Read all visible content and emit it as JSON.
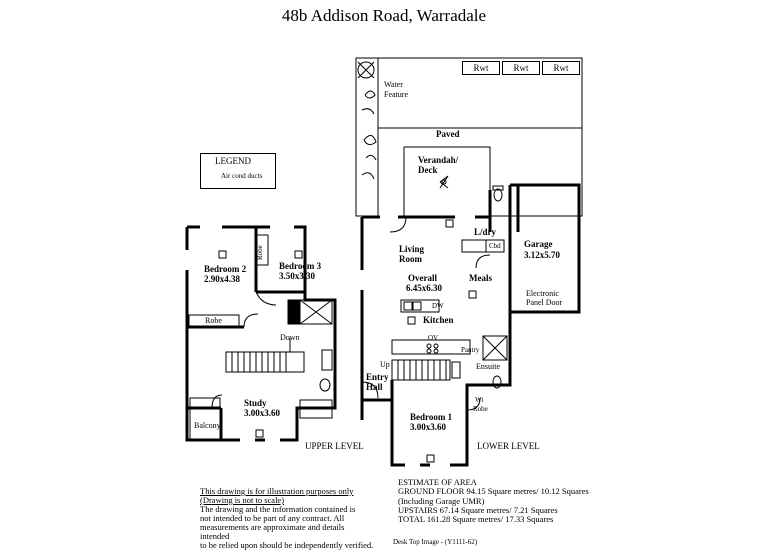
{
  "title": "48b  Addison Road, Warradale",
  "legend": {
    "heading": "LEGEND",
    "item_label": "Air cond ducts"
  },
  "rwt_labels": [
    "Rwt",
    "Rwt",
    "Rwt"
  ],
  "upper": {
    "level_label": "UPPER LEVEL",
    "bedroom2": {
      "name": "Bedroom 2",
      "dims": "2.90x4.38"
    },
    "bedroom3": {
      "name": "Bedroom 3",
      "dims": "3.50x3.30"
    },
    "robe_vertical": "Robe",
    "robe_horizontal": "Robe",
    "down": "Down",
    "study": {
      "name": "Study",
      "dims": "3.00x3.60"
    },
    "balcony": "Balcony"
  },
  "lower": {
    "level_label": "LOWER LEVEL",
    "water_feature": [
      "Water",
      "Feature"
    ],
    "paved": "Paved",
    "verandah": [
      "Verandah/",
      "Deck"
    ],
    "ldry": "L/dry",
    "cbd": "Cbd",
    "garage": {
      "name": "Garage",
      "dims": "3.12x5.70"
    },
    "panel_door": [
      "Electronic",
      "Panel Door"
    ],
    "living": [
      "Living",
      "Room"
    ],
    "meals": "Meals",
    "overall": {
      "name": "Overall",
      "dims": "6.45x6.30"
    },
    "dw": "DW",
    "kitchen": "Kitchen",
    "ov": "OV",
    "pantry": "Pantry",
    "up": "Up",
    "entry": [
      "Entry",
      "Hall"
    ],
    "ensuite": "Ensuite",
    "wi_robe": [
      "Wi",
      "Robe"
    ],
    "bedroom1": {
      "name": "Bedroom 1",
      "dims": "3.00x3.60"
    }
  },
  "disclaimer": {
    "line1": "This drawing is for illustration purposes only",
    "line2": "(Drawing is not to scale)",
    "body": [
      "The drawing and the information contained is",
      "not intended to be part of any contract.  All",
      "measurements are approximate and details intended",
      "to be relied upon should be independently verified."
    ]
  },
  "estimate": {
    "heading": "ESTIMATE OF AREA",
    "ground": "GROUND FLOOR 94.15 Square metres/  10.12 Squares",
    "garage_note": "(Including Garage UMR)",
    "upstairs": "UPSTAIRS   67.14 Square metres/  7.21 Squares",
    "total": "TOTAL  161.28 Square metres/  17.33 Squares"
  },
  "footer": "Desk Top Image -   (Y1111-62)"
}
